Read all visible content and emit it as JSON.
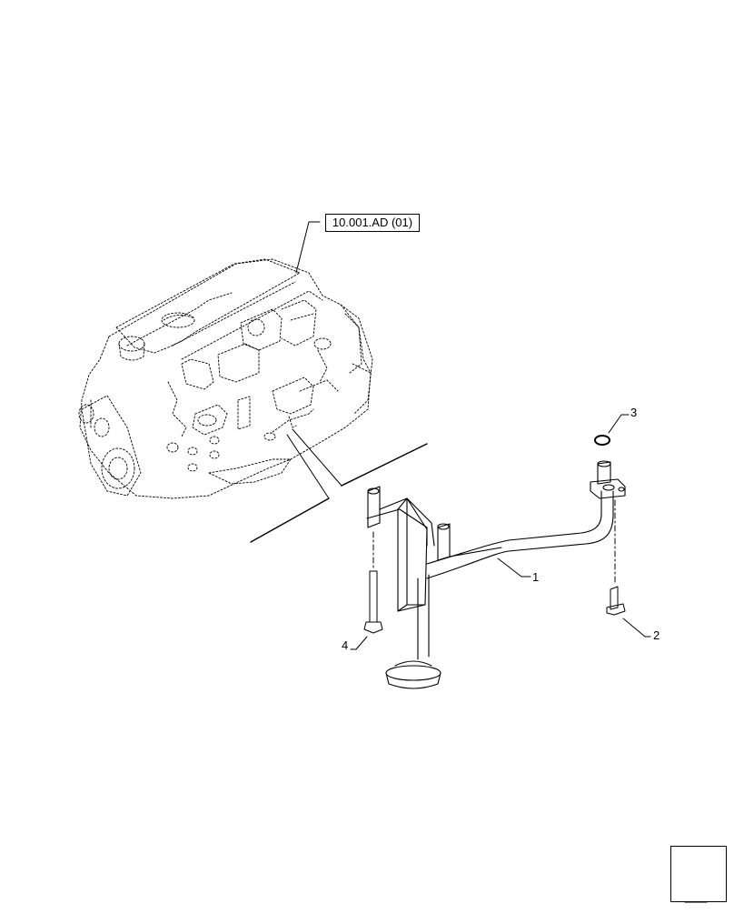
{
  "reference": {
    "label": "10.001.AD (01)"
  },
  "callouts": [
    {
      "id": "1",
      "label": "1"
    },
    {
      "id": "2",
      "label": "2"
    },
    {
      "id": "3",
      "label": "3"
    },
    {
      "id": "4",
      "label": "4"
    }
  ],
  "icons": {
    "navigation": "next-page-arrow-icon"
  }
}
